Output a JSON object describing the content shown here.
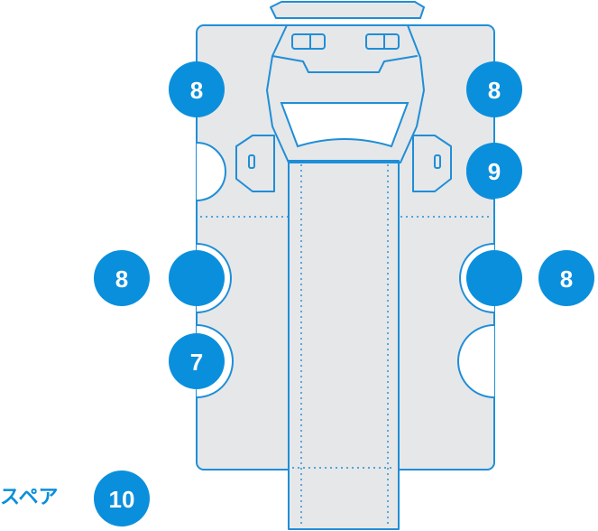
{
  "badges": [
    {
      "id": "upper-left",
      "label": "8"
    },
    {
      "id": "upper-right",
      "label": "8"
    },
    {
      "id": "right-mid",
      "label": "9"
    },
    {
      "id": "outer-left",
      "label": "8"
    },
    {
      "id": "inner-left",
      "label": ""
    },
    {
      "id": "inner-right",
      "label": ""
    },
    {
      "id": "outer-right",
      "label": "8"
    },
    {
      "id": "lower-left",
      "label": "7"
    },
    {
      "id": "spare",
      "label": "10"
    }
  ],
  "spare_label": "スペア",
  "colors": {
    "accent": "#0a8fdc",
    "outline": "#1f8ed8",
    "panel": "#e6e7e8"
  }
}
